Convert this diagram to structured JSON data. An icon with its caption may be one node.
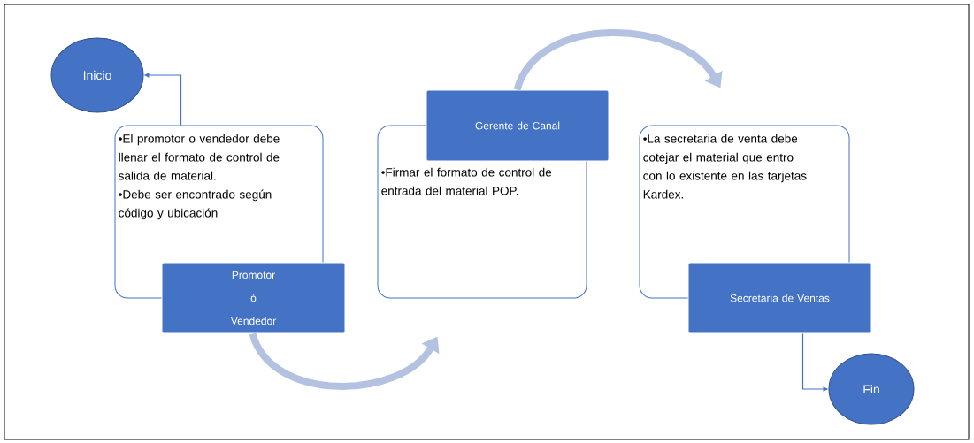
{
  "diagram": {
    "nodes": [
      {
        "text": [
          "Inicio"
        ]
      },
      {
        "text": [
          "•El promotor o vendedor debe llenar el formato de control de salida de material.",
          "•Debe ser encontrado según código y ubicación"
        ]
      },
      {
        "text": [
          "Promotor ó Vendedor"
        ]
      },
      {
        "text": [
          "•Firmar el formato de control de entrada del material POP."
        ]
      },
      {
        "text": [
          "Gerente de Canal"
        ]
      },
      {
        "text": [
          "•La secretaria de venta debe cotejar el material que entro con lo existente en las tarjetas Kardex."
        ]
      },
      {
        "text": [
          "Secretaria de Ventas"
        ]
      },
      {
        "text": [
          "Fin"
        ]
      }
    ],
    "edges": [
      {
        "from": 1,
        "to": 0,
        "arrow": "to"
      },
      {
        "from": 2,
        "to": 3,
        "arrow": "to",
        "style": "thick",
        "color": "#b4c2e2"
      },
      {
        "from": 4,
        "to": 5,
        "arrow": "to",
        "style": "thick",
        "color": "#b4c2e2"
      },
      {
        "from": 6,
        "to": 7,
        "arrow": "to"
      }
    ]
  }
}
